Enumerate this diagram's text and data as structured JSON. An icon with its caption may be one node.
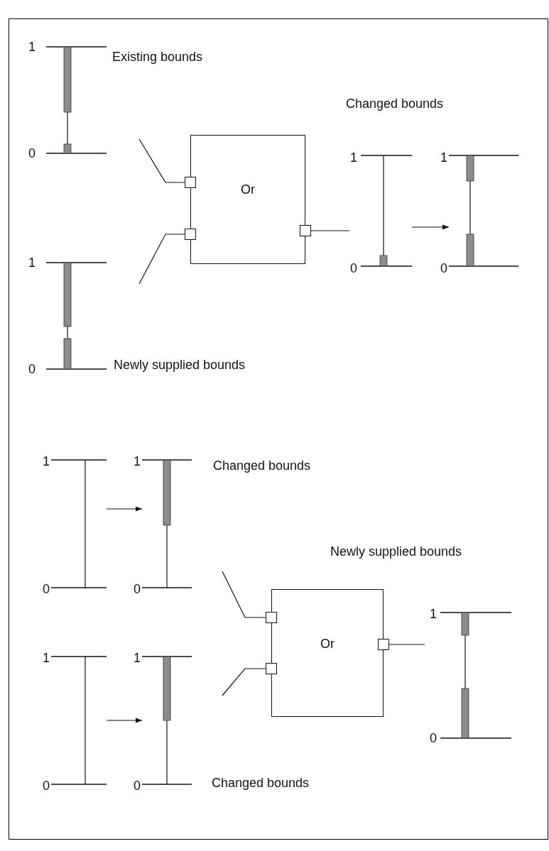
{
  "diagram": {
    "nodes": [
      {
        "text": [],
        "shape": "bar"
      },
      {
        "text": [
          "Or"
        ]
      },
      {
        "text": [],
        "shape": "box",
        "in": 1
      },
      {
        "text": [],
        "shape": "box",
        "in": 1
      },
      {
        "text": [],
        "shape": "box",
        "in": 1
      },
      {
        "text": [],
        "shape": "bar"
      },
      {
        "text": [],
        "shape": "bar"
      },
      {
        "text": [],
        "shape": "bar"
      },
      {
        "text": [],
        "shape": "bar"
      },
      {
        "text": [],
        "shape": "bar"
      },
      {
        "text": [
          "Or"
        ]
      },
      {
        "text": [],
        "shape": "box",
        "in": 10
      },
      {
        "text": [],
        "shape": "box",
        "in": 10
      },
      {
        "text": [],
        "shape": "box",
        "in": 10
      },
      {
        "text": [],
        "shape": "bar"
      },
      {
        "text": [],
        "shape": "bar"
      },
      {
        "text": [],
        "shape": "bar"
      }
    ],
    "edges": [
      {
        "from": null,
        "to": 2,
        "arrow": "none"
      },
      {
        "from": null,
        "to": 3,
        "arrow": "none"
      },
      {
        "from": 4,
        "to": null,
        "arrow": "none"
      },
      {
        "from": 5,
        "to": 6,
        "arrow": "to"
      },
      {
        "from": 8,
        "to": 9,
        "arrow": "to"
      },
      {
        "from": 15,
        "to": 16,
        "arrow": "to"
      },
      {
        "from": null,
        "to": 11,
        "arrow": "none"
      },
      {
        "from": null,
        "to": 12,
        "arrow": "none"
      },
      {
        "from": 13,
        "to": null,
        "arrow": "none"
      }
    ],
    "labels": [
      "1",
      "Existing bounds",
      "Changed bounds",
      "0",
      "1",
      "1",
      "0",
      "0",
      "1",
      "0",
      "Newly supplied bounds",
      "1",
      "1",
      "Changed bounds",
      "Newly supplied bounds",
      "0",
      "0",
      "1",
      "1",
      "1",
      "0",
      "0",
      "0",
      "Changed bounds"
    ]
  }
}
